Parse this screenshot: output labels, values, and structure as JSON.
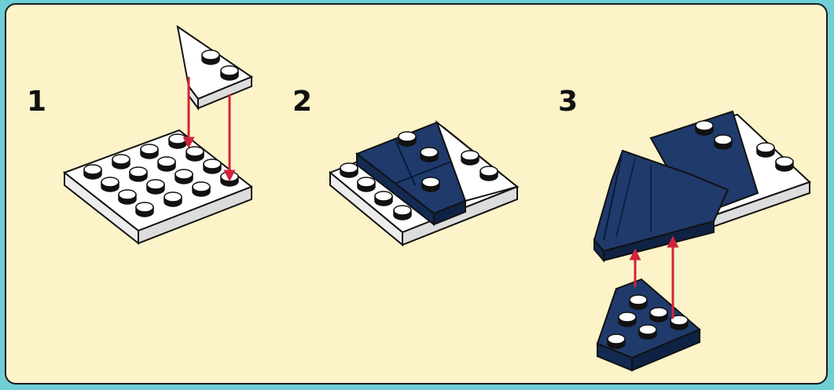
{
  "steps": [
    {
      "number": "1"
    },
    {
      "number": "2"
    },
    {
      "number": "3"
    }
  ],
  "colors": {
    "background_outer": "#6fcfd6",
    "panel": "#fcf3c8",
    "brick_white": "#ffffff",
    "brick_white_side": "#e9e9e9",
    "brick_navy": "#1f3a6b",
    "brick_navy_side": "#132a52",
    "stud_dark": "#111111",
    "arrow": "#d0243a",
    "outline": "#111111"
  },
  "icons": [
    "lego-plate-4x4-icon",
    "lego-wedge-plate-icon",
    "lego-slope-icon",
    "assembly-arrow-icon"
  ]
}
